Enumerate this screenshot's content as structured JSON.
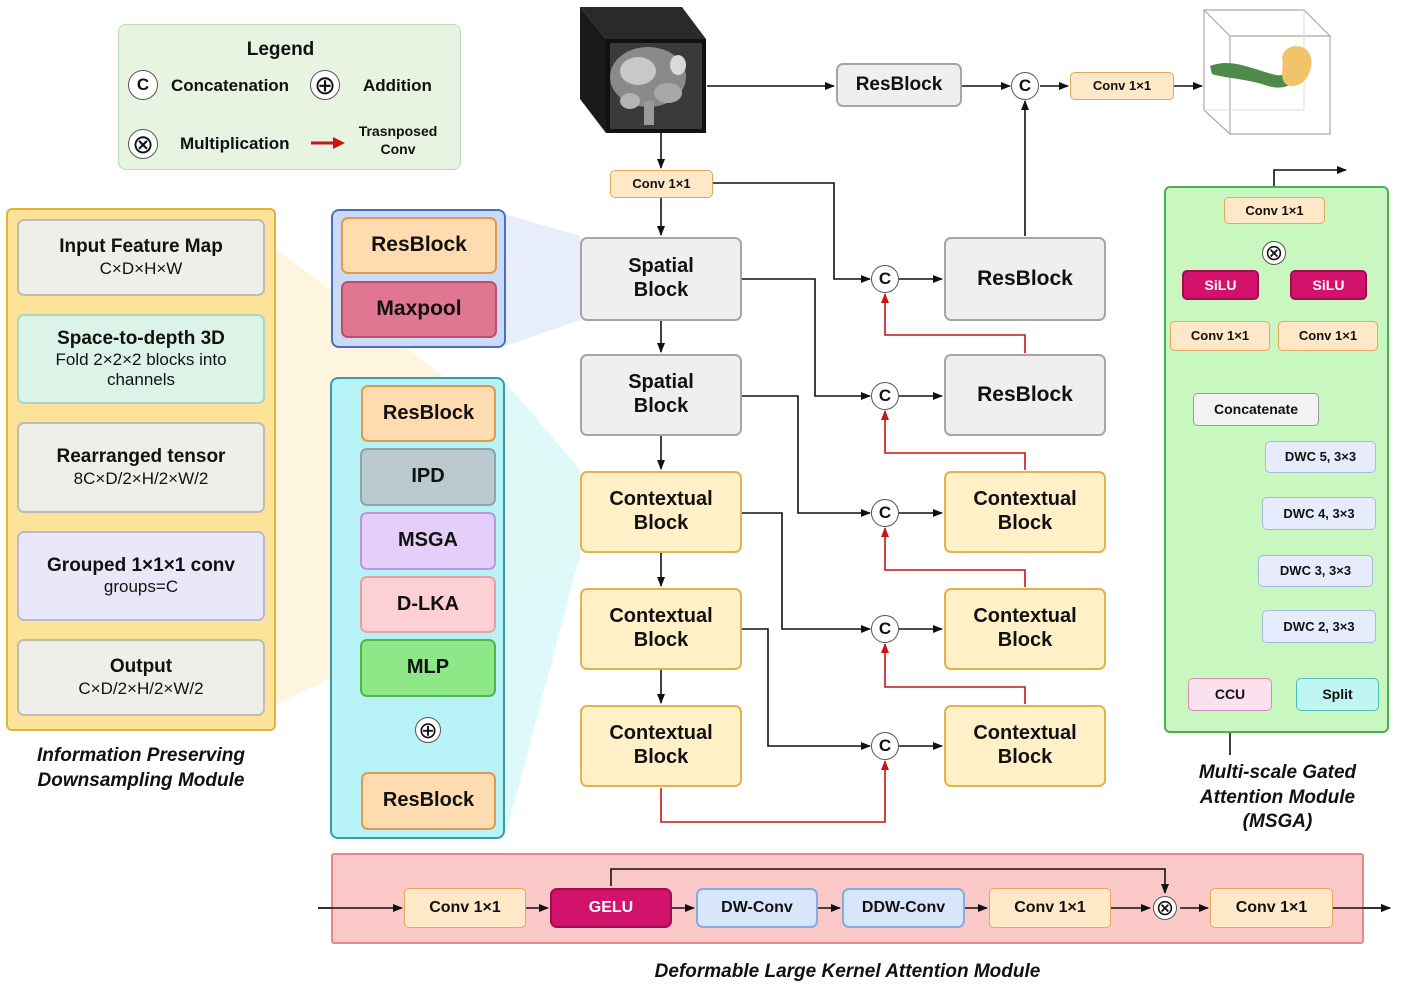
{
  "legend": {
    "title": "Legend",
    "concat_symbol": "C",
    "concat_label": "Concatenation",
    "add_label": "Addition",
    "mult_label": "Multiplication",
    "transposed_label_1": "Trasnposed",
    "transposed_label_2": "Conv"
  },
  "ipdm": {
    "steps": [
      {
        "title": "Input Feature Map",
        "sub": "C×D×H×W"
      },
      {
        "title": "Space-to-depth 3D",
        "sub": "Fold 2×2×2 blocks into channels"
      },
      {
        "title": "Rearranged tensor",
        "sub": "8C×D/2×H/2×W/2"
      },
      {
        "title": "Grouped 1×1×1 conv",
        "sub": "groups=C"
      },
      {
        "title": "Output",
        "sub": "C×D/2×H/2×W/2"
      }
    ],
    "caption_1": "Information Preserving",
    "caption_2": "Downsampling Module"
  },
  "spatial_detail": {
    "resblock": "ResBlock",
    "maxpool": "Maxpool"
  },
  "contextual_detail": {
    "items": [
      "ResBlock",
      "IPD",
      "MSGA",
      "D-LKA",
      "MLP"
    ],
    "out": "ResBlock"
  },
  "main": {
    "top_resblock": "ResBlock",
    "conv_input": "Conv 1×1",
    "conv_output": "Conv 1×1",
    "concat": "C",
    "encoder": [
      {
        "l1": "Spatial",
        "l2": "Block"
      },
      {
        "l1": "Spatial",
        "l2": "Block"
      },
      {
        "l1": "Contextual",
        "l2": "Block"
      },
      {
        "l1": "Contextual",
        "l2": "Block"
      },
      {
        "l1": "Contextual",
        "l2": "Block"
      }
    ],
    "decoder": [
      {
        "l1": "ResBlock",
        "l2": ""
      },
      {
        "l1": "ResBlock",
        "l2": ""
      },
      {
        "l1": "Contextual",
        "l2": "Block"
      },
      {
        "l1": "Contextual",
        "l2": "Block"
      },
      {
        "l1": "Contextual",
        "l2": "Block"
      }
    ]
  },
  "msga": {
    "conv_top": "Conv 1×1",
    "silu_left": "SiLU",
    "silu_right": "SiLU",
    "conv_left": "Conv 1×1",
    "conv_right": "Conv 1×1",
    "concatenate": "Concatenate",
    "dwc": [
      "DWC 5, 3×3",
      "DWC 4, 3×3",
      "DWC 3, 3×3",
      "DWC 2, 3×3"
    ],
    "ccu": "CCU",
    "split": "Split",
    "caption_1": "Multi-scale Gated",
    "caption_2": "Attention Module",
    "caption_3": "(MSGA)"
  },
  "dlka": {
    "items": [
      "Conv 1×1",
      "GELU",
      "DW-Conv",
      "DDW-Conv",
      "Conv 1×1",
      "Conv 1×1"
    ],
    "caption": "Deformable Large Kernel Attention Module"
  },
  "colors": {
    "arrow": "#111111",
    "transposed_arrow": "#c81414",
    "ipdm_panel": "#fde29a",
    "spatial_panel": "#cbdaf6",
    "contextual_panel": "#b6f2f6",
    "msga_panel": "#c9f7c0",
    "dlka_panel": "#fbc8c8",
    "gelu": "#d3126b",
    "silu": "#d3126b",
    "mlp": "#8ee887",
    "maxpool": "#e17690"
  }
}
